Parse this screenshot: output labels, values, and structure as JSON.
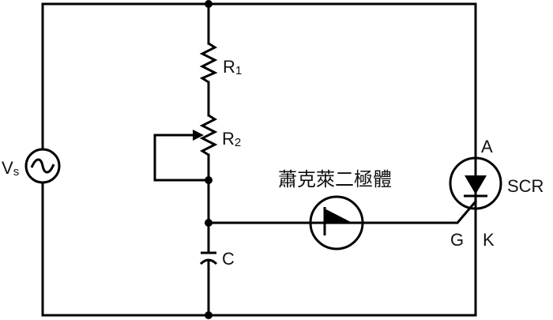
{
  "diagram": {
    "title": "SCR phase control circuit with Shockley diode trigger",
    "colors": {
      "wire": "#000000",
      "background": "#ffffff"
    },
    "components": {
      "source": {
        "label": "V",
        "subscript": "s",
        "icon": "ac-source-icon"
      },
      "r1": {
        "label": "R",
        "subscript": "1",
        "icon": "resistor-icon"
      },
      "r2": {
        "label": "R",
        "subscript": "2",
        "icon": "potentiometer-icon"
      },
      "capacitor": {
        "label": "C",
        "icon": "capacitor-icon"
      },
      "shockley": {
        "label": "蕭克萊二極體",
        "icon": "shockley-diode-icon"
      },
      "scr": {
        "label": "SCR",
        "anode": "A",
        "cathode": "K",
        "gate": "G",
        "icon": "scr-icon"
      }
    }
  }
}
